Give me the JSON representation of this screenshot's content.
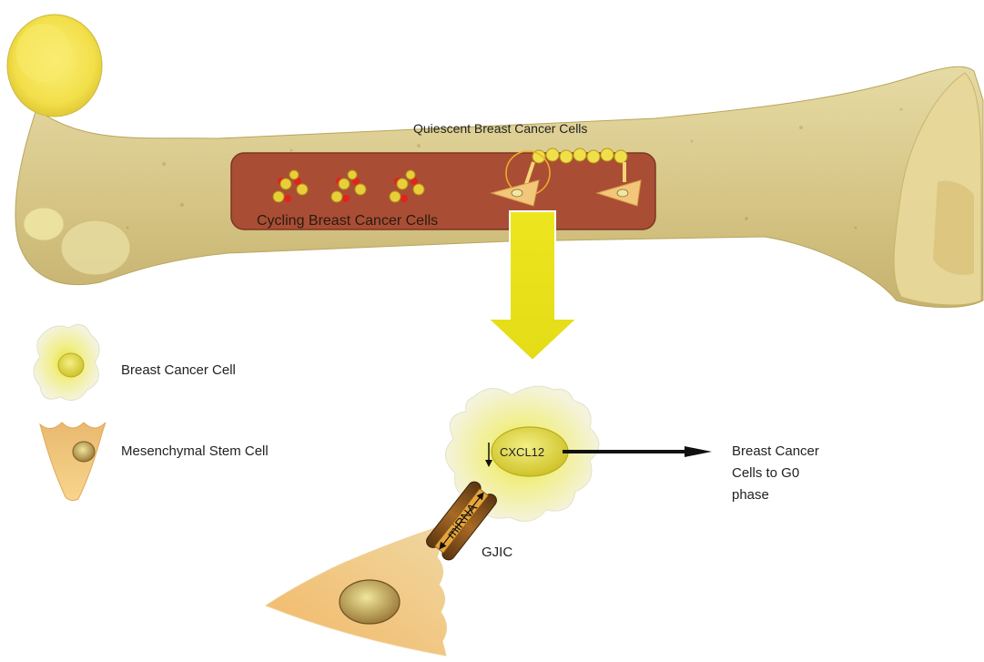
{
  "labels": {
    "quiescent": "Quiescent Breast Cancer Cells",
    "cycling": "Cycling Breast Cancer Cells",
    "legend_cancer": "Breast Cancer Cell",
    "legend_msc": "Mesenchymal Stem Cell",
    "cxcl12": "CXCL12",
    "mirna": "miRNA",
    "gjic": "GJIC",
    "outcome_line1": "Breast Cancer",
    "outcome_line2": "Cells to G0",
    "outcome_line3": "phase"
  },
  "colors": {
    "bone": "#d9c98a",
    "bone_dark": "#b8a45a",
    "marrow": "#a94e35",
    "arrow": "#e8e41a",
    "cancer_cell": "#f3f2cf",
    "nucleus": "#e7e14a",
    "msc": "#f2c77a",
    "channel": "#7a4a18",
    "red_cell": "#e3221c"
  }
}
